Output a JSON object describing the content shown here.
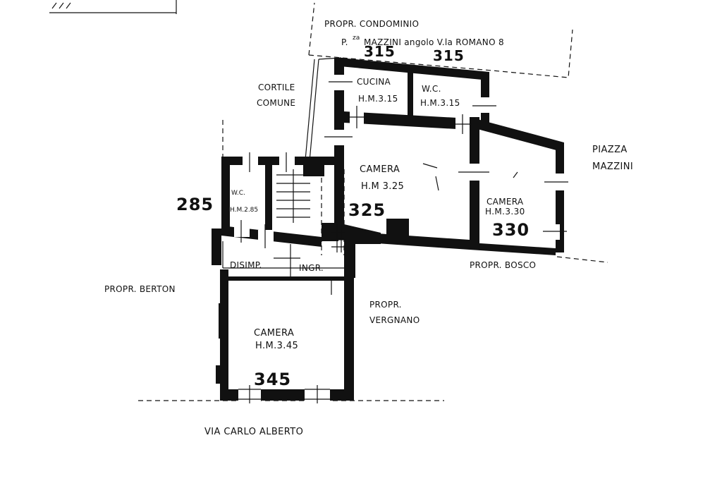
{
  "neighbors": {
    "condominio_line1": "PROPR. CONDOMINIO",
    "condominio_prefix": "P.",
    "condominio_superscript": "za",
    "condominio_line2": "MAZZINI angolo V.la ROMANO 8",
    "cortile_line1": "CORTILE",
    "cortile_line2": "COMUNE",
    "piazza_line1": "PIAZZA",
    "piazza_line2": "MAZZINI",
    "bosco": "PROPR. BOSCO",
    "berton": "PROPR. BERTON",
    "vergnano_line1": "PROPR.",
    "vergnano_line2": "VERGNANO",
    "street": "VIA CARLO ALBERTO"
  },
  "rooms": {
    "cucina": {
      "name": "CUCINA",
      "height": "H.M.3.15"
    },
    "wc_top": {
      "name": "W.C.",
      "height": "H.M.3.15"
    },
    "camera_center": {
      "name": "CAMERA",
      "height": "H.M 3.25"
    },
    "camera_right": {
      "name": "CAMERA",
      "height": "H.M.3.30"
    },
    "wc_left": {
      "name": "W.C.",
      "height": "H.M.2.85"
    },
    "disimp": {
      "name": "DISIMP."
    },
    "ingr": {
      "name": "INGR."
    },
    "camera_bottom": {
      "name": "CAMERA",
      "height": "H.M.3.45"
    }
  },
  "dimensions": {
    "top_left": "315",
    "top_right": "315",
    "left": "285",
    "center": "325",
    "right": "330",
    "bottom": "345"
  }
}
